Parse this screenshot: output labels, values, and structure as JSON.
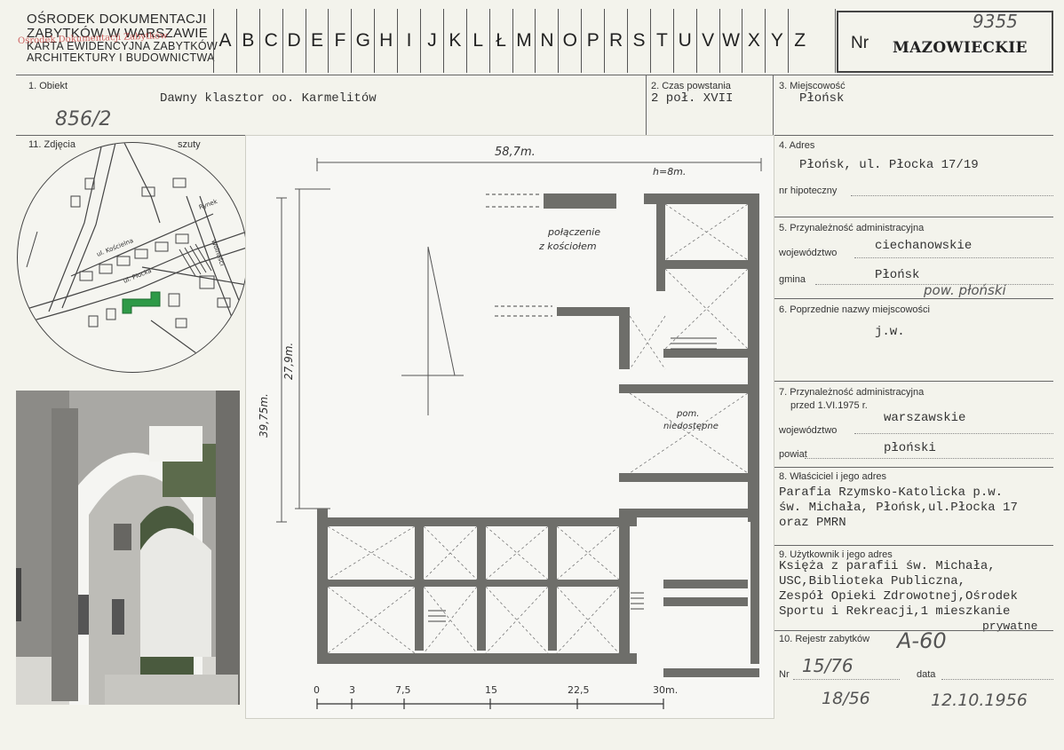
{
  "header": {
    "institution": [
      "OŚRODEK DOKUMENTACJI",
      "ZABYTKÓW W WARSZAWIE",
      "KARTA EWIDENCYJNA ZABYTKÓW",
      "ARCHITEKTURY I BUDOWNICTWA"
    ],
    "stamp": "Ośrodek Dokumentacji Zabytków",
    "letters": [
      "A",
      "B",
      "C",
      "D",
      "E",
      "F",
      "G",
      "H",
      "I",
      "J",
      "K",
      "L",
      "Ł",
      "M",
      "N",
      "O",
      "P",
      "R",
      "S",
      "T",
      "U",
      "V",
      "W",
      "X",
      "Y",
      "Z"
    ],
    "nr_label": "Nr",
    "region": "MAZOWIECKIE",
    "number_handwritten": "9355"
  },
  "fields": {
    "obiekt": {
      "label": "1. Obiekt",
      "value": "Dawny klasztor oo. Karmelitów",
      "note": "856/2"
    },
    "czas": {
      "label": "2. Czas powstania",
      "value": "2 poł. XVII"
    },
    "miejscowosc": {
      "label": "3. Miejscowość",
      "value": "Płońsk"
    },
    "adres": {
      "label": "4. Adres",
      "value": "Płońsk, ul. Płocka 17/19",
      "hipoteczny_label": "nr hipoteczny"
    },
    "przynaleznosc": {
      "label": "5. Przynależność administracyjna",
      "woj_label": "województwo",
      "woj_value": "ciechanowskie",
      "gmina_label": "gmina",
      "gmina_value": "Płońsk",
      "gmina_note": "pow. płoński"
    },
    "poprzednie": {
      "label": "6. Poprzednie nazwy miejscowości",
      "value": "j.w."
    },
    "przynaleznosc_przed": {
      "label": "7. Przynależność administracyjna",
      "sub": "przed 1.VI.1975 r.",
      "woj_label": "województwo",
      "woj_value": "warszawskie",
      "powiat_label": "powiat",
      "powiat_value": "płoński"
    },
    "wlasciciel": {
      "label": "8. Właściciel i jego adres",
      "lines": [
        "Parafia Rzymsko-Katolicka p.w.",
        "św. Michała, Płońsk,ul.Płocka 17",
        "oraz PMRN"
      ]
    },
    "uzytkownik": {
      "label": "9. Użytkownik i jego adres",
      "lines": [
        "Księża z parafii św. Michała,",
        "USC,Biblioteka Publiczna,",
        "Zespół Opieki Zdrowotnej,Ośrodek",
        "Sportu i Rekreacji,1 mieszkanie",
        "prywatne"
      ]
    },
    "rejestr": {
      "label": "10. Rejestr zabytków",
      "handwritten": "A-60",
      "nr_label": "Nr",
      "nr_value": "15/76",
      "data_label": "data",
      "nr2": "18/56",
      "date2": "12.10.1956"
    },
    "zdjecia": {
      "label": "11. Zdjęcia",
      "label_tail": "szuty"
    }
  },
  "plan": {
    "dim_width": "58,7m.",
    "dim_h": "h=8m.",
    "dim_height_outer": "39,75m.",
    "dim_height_inner": "27,9m.",
    "note_church": [
      "połączenie",
      "z kościołem"
    ],
    "note_room": [
      "pom.",
      "niedostępne"
    ],
    "scale_labels": [
      "0",
      "3",
      "7,5",
      "15",
      "22,5",
      "30m."
    ]
  },
  "map": {
    "streets": [
      "ul. Kościelna",
      "ul. Płocka",
      "Wolności",
      "Rynek"
    ]
  }
}
